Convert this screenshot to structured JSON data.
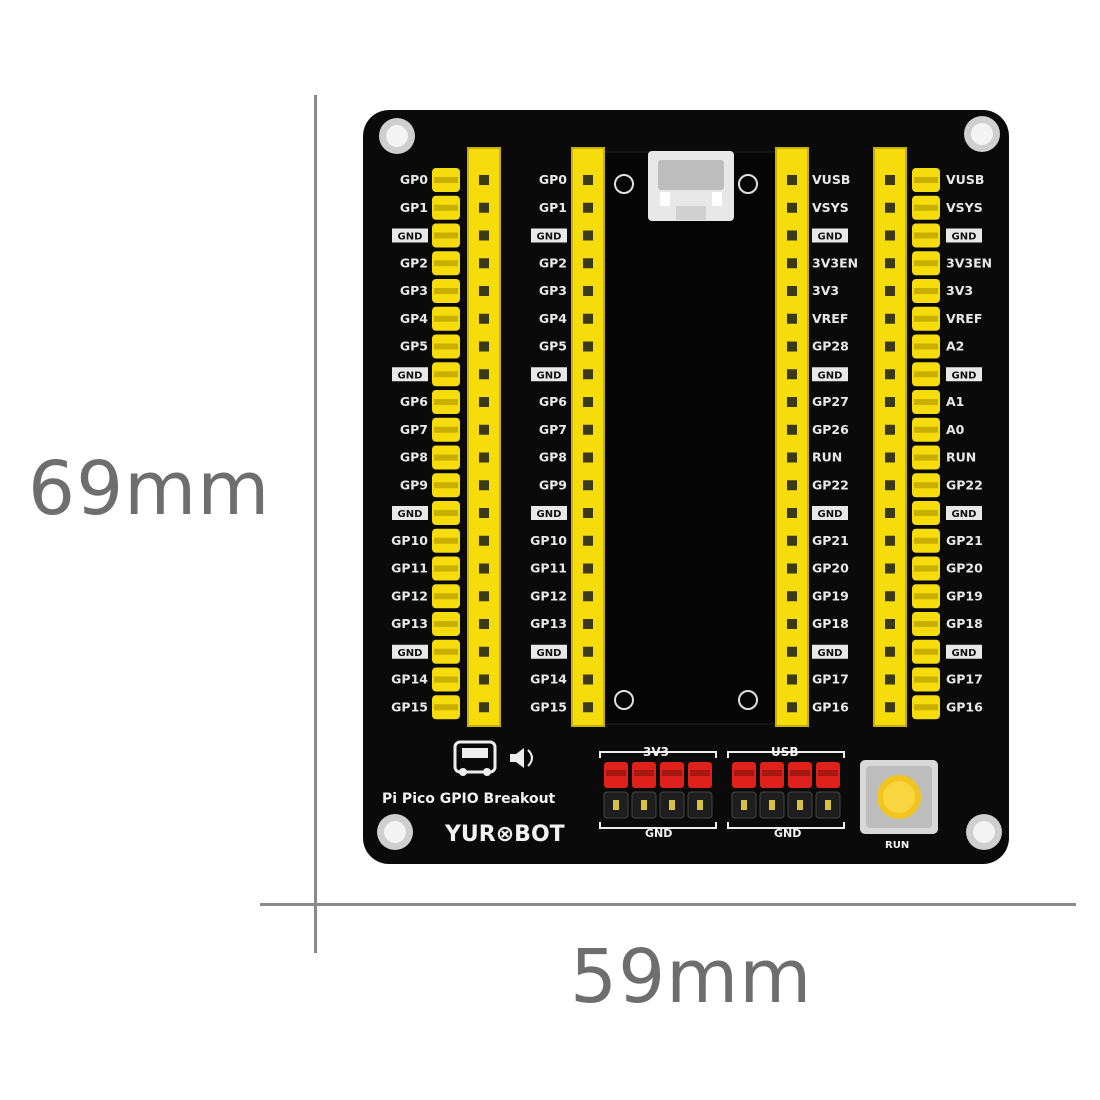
{
  "dimensions": {
    "height_label": "69mm",
    "width_label": "59mm"
  },
  "board": {
    "product_name": "Pi Pico GPIO Breakout",
    "brand": "YUR⊗BOT",
    "colors": {
      "pcb": "#0a0a0a",
      "header": "#f5dc0a",
      "header_shadow": "#c9b000",
      "pin_hole": "#3a3a1a",
      "silk": "#f2f2f2",
      "red_pin": "#e0201a"
    },
    "left_outer_labels": [
      "GP0",
      "GP1",
      "GND",
      "GP2",
      "GP3",
      "GP4",
      "GP5",
      "GND",
      "GP6",
      "GP7",
      "GP8",
      "GP9",
      "GND",
      "GP10",
      "GP11",
      "GP12",
      "GP13",
      "GND",
      "GP14",
      "GP15"
    ],
    "left_inner_labels": [
      "GP0",
      "GP1",
      "GND",
      "GP2",
      "GP3",
      "GP4",
      "GP5",
      "GND",
      "GP6",
      "GP7",
      "GP8",
      "GP9",
      "GND",
      "GP10",
      "GP11",
      "GP12",
      "GP13",
      "GND",
      "GP14",
      "GP15"
    ],
    "right_inner_labels": [
      "VUSB",
      "VSYS",
      "GND",
      "3V3EN",
      "3V3",
      "VREF",
      "GP28",
      "GND",
      "GP27",
      "GP26",
      "RUN",
      "GP22",
      "GND",
      "GP21",
      "GP20",
      "GP19",
      "GP18",
      "GND",
      "GP17",
      "GP16"
    ],
    "right_outer_labels": [
      "VUSB",
      "VSYS",
      "GND",
      "3V3EN",
      "3V3",
      "VREF",
      "A2",
      "GND",
      "A1",
      "A0",
      "RUN",
      "GP22",
      "GND",
      "GP21",
      "GP20",
      "GP19",
      "GP18",
      "GND",
      "GP17",
      "GP16"
    ],
    "power_3v3_label": "3V3",
    "power_usb_label": "USB",
    "gnd_label_left": "GND",
    "gnd_label_right": "GND",
    "button_label": "RUN",
    "logo_icon": "robot-car-icon",
    "sound_icon": "speaker-icon"
  }
}
